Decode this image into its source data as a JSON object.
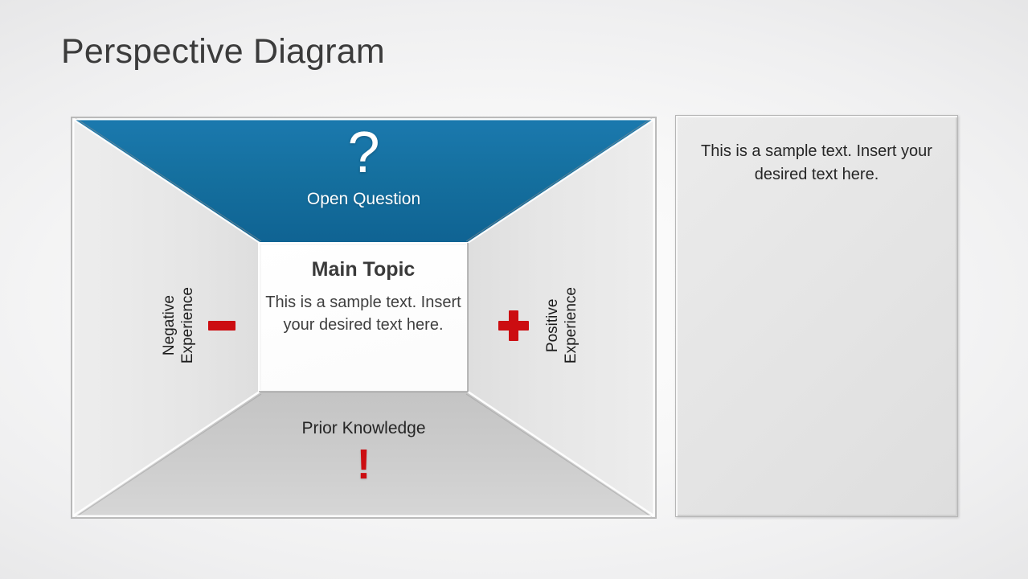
{
  "slide": {
    "title": "Perspective Diagram",
    "background_start": "#fdfdfd",
    "background_end": "#e3e3e4"
  },
  "diagram": {
    "name": "perspective-box",
    "accent_blue": "#13699c",
    "accent_red": "#cc0d11",
    "panel_gray": "#e6e6e6",
    "floor_gray": "#cccccc",
    "center_white": "#ffffff",
    "top_panel": {
      "icon": "question-mark-icon",
      "icon_glyph": "?",
      "label": "Open Question"
    },
    "left_panel": {
      "label": "Negative\nExperience",
      "icon": "minus-sign-icon",
      "icon_glyph": "–"
    },
    "right_panel": {
      "label": "Positive\nExperience",
      "icon": "plus-sign-icon",
      "icon_glyph": "+"
    },
    "bottom_panel": {
      "label": "Prior Knowledge",
      "icon": "exclamation-mark-icon",
      "icon_glyph": "!"
    },
    "center_panel": {
      "title": "Main Topic",
      "body": "This is a sample text. Insert your desired text here."
    }
  },
  "side_note": {
    "text": "This is a sample text. Insert your desired text here."
  }
}
